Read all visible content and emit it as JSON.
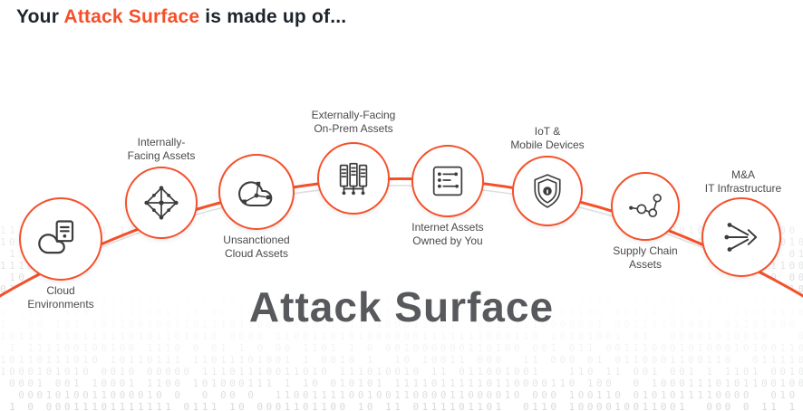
{
  "colors": {
    "accent": "#f4502a",
    "arc_title_text": "#57595c",
    "label_text": "#4a4a4a",
    "icon_stroke": "#3d3d3d",
    "binary_text": "#c5c8ca",
    "dome_edge": "#dcdee0"
  },
  "heading": {
    "prefix": "Your ",
    "highlight": "Attack Surface",
    "suffix": " is made up of..."
  },
  "arc_title": "Attack Surface",
  "nodes": [
    {
      "label": "Cloud\nEnvironments",
      "icon": "cloud-document-icon"
    },
    {
      "label": "Internally-\nFacing Assets",
      "icon": "network-mesh-icon"
    },
    {
      "label": "Unsanctioned\nCloud Assets",
      "icon": "cloud-nodes-icon"
    },
    {
      "label": "Externally-Facing\nOn-Prem Assets",
      "icon": "server-rack-icon"
    },
    {
      "label": "Internet Assets\nOwned by You",
      "icon": "asset-list-icon"
    },
    {
      "label": "IoT &\nMobile Devices",
      "icon": "shield-lock-icon"
    },
    {
      "label": "Supply Chain\nAssets",
      "icon": "supply-chain-icon"
    },
    {
      "label": "M&A\nIT Infrastructure",
      "icon": "branch-arrow-icon"
    }
  ]
}
